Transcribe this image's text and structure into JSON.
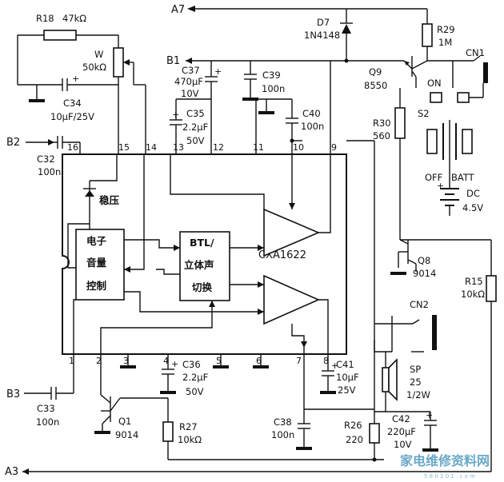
{
  "components": {
    "r18": {
      "ref": "R18",
      "value": "47kΩ"
    },
    "w": {
      "ref": "W",
      "value": "50kΩ"
    },
    "c34": {
      "ref": "C34",
      "value": "10μF/25V"
    },
    "c37": {
      "ref": "C37",
      "value": "470μF",
      "volt": "10V"
    },
    "c39": {
      "ref": "C39",
      "value": "100n"
    },
    "c35": {
      "ref": "C35",
      "value": "2.2μF",
      "volt": "50V"
    },
    "c40": {
      "ref": "C40",
      "value": "100n"
    },
    "c32": {
      "ref": "C32",
      "value": "100n"
    },
    "d7": {
      "ref": "D7",
      "value": "1N4148"
    },
    "r29": {
      "ref": "R29",
      "value": "1M"
    },
    "q9": {
      "ref": "Q9",
      "value": "8550"
    },
    "r30": {
      "ref": "R30",
      "value": "560"
    },
    "cn1": {
      "ref": "CN1"
    },
    "s2": {
      "ref": "S2",
      "on": "ON",
      "off": "OFF"
    },
    "batt": {
      "ref": "BATT",
      "type": "DC",
      "volt": "4.5V"
    },
    "q8": {
      "ref": "Q8",
      "value": "9014"
    },
    "r15": {
      "ref": "R15",
      "value": "10kΩ"
    },
    "cn2": {
      "ref": "CN2"
    },
    "sp": {
      "ref": "SP",
      "value": "25",
      "power": "1/2W"
    },
    "c42": {
      "ref": "C42",
      "value": "220μF",
      "volt": "10V"
    },
    "r26": {
      "ref": "R26",
      "value": "220"
    },
    "c38": {
      "ref": "C38",
      "value": "100n"
    },
    "c41": {
      "ref": "C41",
      "value": "10μF",
      "volt": "25V"
    },
    "c36": {
      "ref": "C36",
      "value": "2.2μF",
      "volt": "50V"
    },
    "r27": {
      "ref": "R27",
      "value": "10kΩ"
    },
    "q1": {
      "ref": "Q1",
      "value": "9014"
    },
    "c33": {
      "ref": "C33",
      "value": "100n"
    }
  },
  "nets": {
    "a7": "A7",
    "b1": "B1",
    "b2": "B2",
    "b3": "B3",
    "a3": "A3"
  },
  "ic": {
    "part": "CXA1622",
    "regulator": "稳压",
    "volume_block": [
      "电子",
      "音量",
      "控制"
    ],
    "btl_block": [
      "BTL/",
      "立体声",
      "切换"
    ],
    "pins_top": [
      "16",
      "15",
      "14",
      "13",
      "12",
      "11",
      "10",
      "9"
    ],
    "pins_bottom": [
      "1",
      "2",
      "3",
      "4",
      "5",
      "6",
      "7",
      "8"
    ]
  },
  "watermark": {
    "text": "家电维修资料网",
    "url": "5 8 0 1 0 1 . c o m"
  }
}
